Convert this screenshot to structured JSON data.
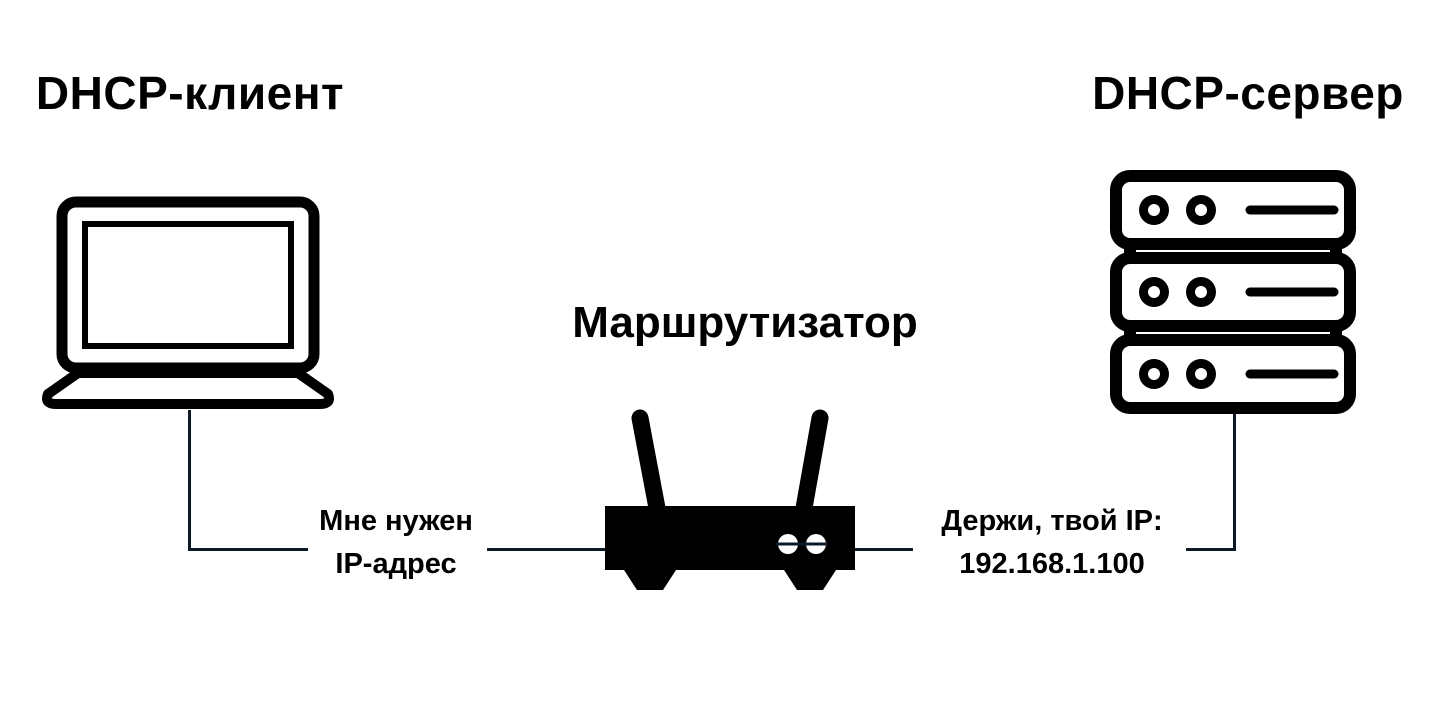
{
  "diagram": {
    "client_title": "DHCP-клиент",
    "server_title": "DHCP-сервер",
    "router_label": "Маршрутизатор",
    "client_message": {
      "line1": "Мне нужен",
      "line2": "IP-адрес"
    },
    "server_message": {
      "line1": "Держи, твой IP:",
      "line2": "192.168.1.100"
    },
    "icons": {
      "client": "laptop-icon",
      "router": "router-icon",
      "server": "server-rack-icon"
    },
    "colors": {
      "ink": "#000000",
      "connector_line": "#0c1a27",
      "background": "#ffffff"
    }
  }
}
